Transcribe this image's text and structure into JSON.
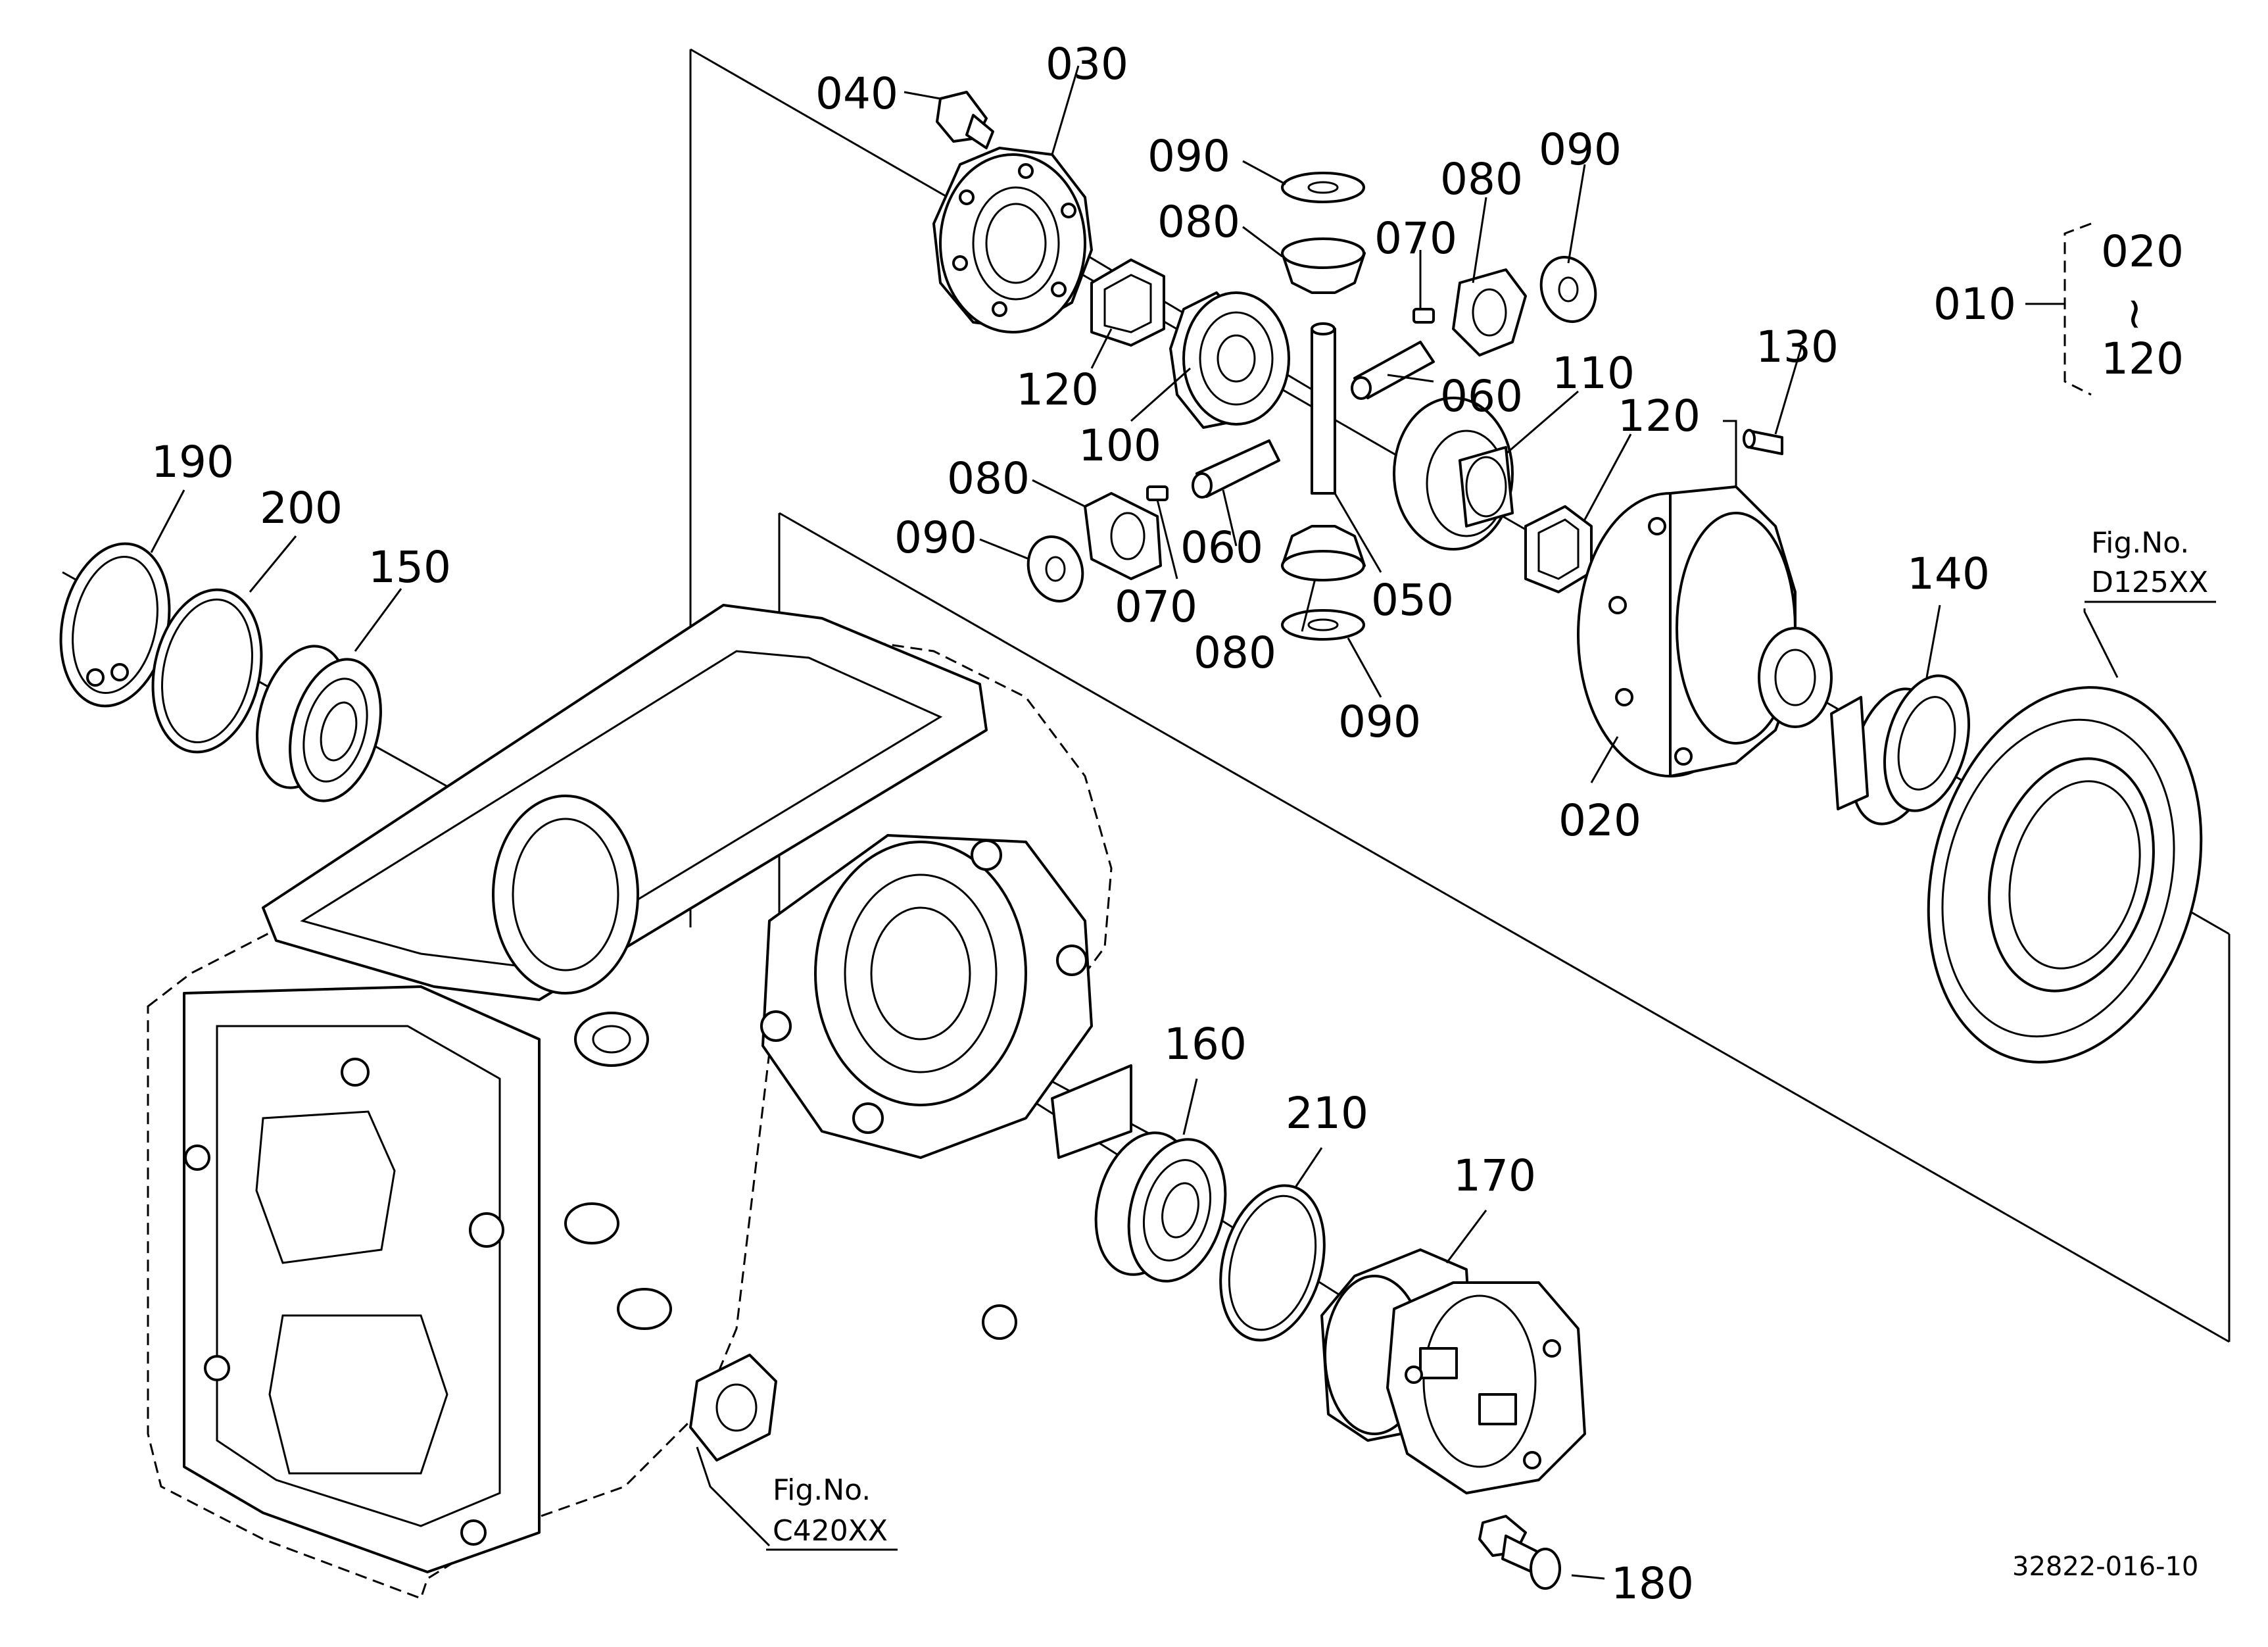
{
  "diagram": {
    "labels": [
      "040",
      "030",
      "090",
      "080",
      "070",
      "080",
      "090",
      "010",
      "020",
      "120",
      "120",
      "100",
      "060",
      "110",
      "130",
      "120",
      "080",
      "060",
      "090",
      "070",
      "050",
      "080",
      "090",
      "190",
      "200",
      "150",
      "140",
      "020",
      "160",
      "210",
      "170",
      "180"
    ],
    "refs": [
      {
        "line1": "Fig.No.",
        "line2": "D125XX"
      },
      {
        "line1": "Fig.No.",
        "line2": "C420XX"
      }
    ],
    "range_marker": "~",
    "drawing_number": "32822-016-10"
  }
}
